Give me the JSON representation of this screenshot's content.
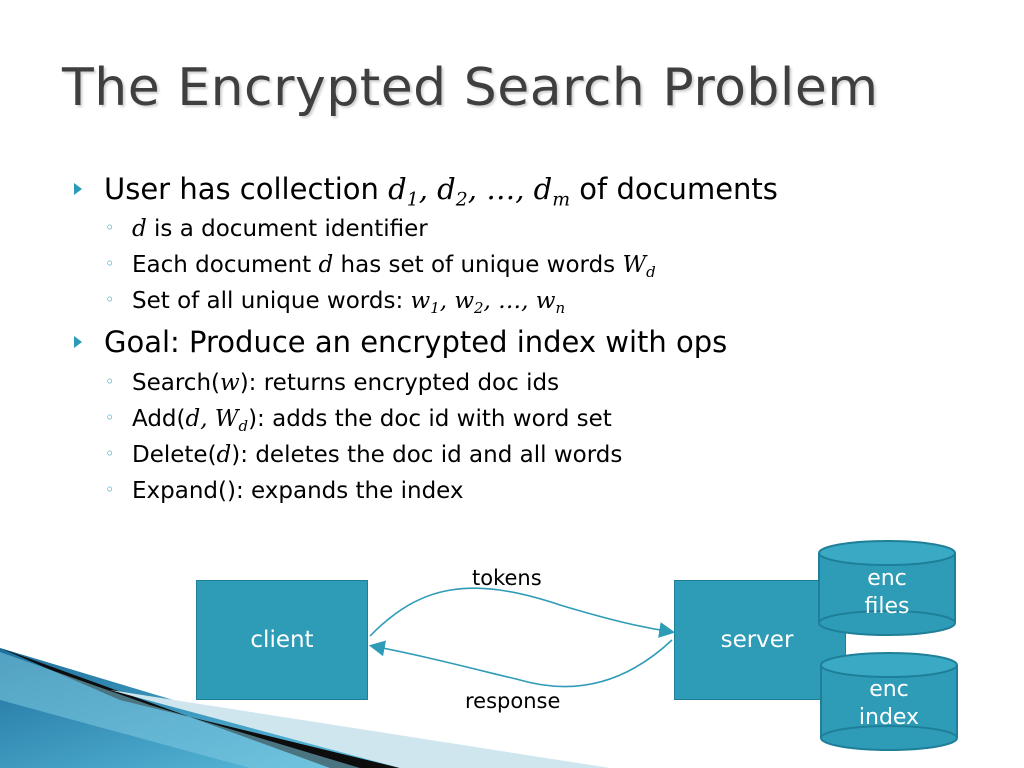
{
  "slide": {
    "title": "The Encrypted Search Problem",
    "accent_color": "#2e9cb7",
    "bullet_icon": "triangle-right-icon",
    "sub_bullet_icon": "circle-outline-icon"
  },
  "bullets": [
    {
      "text_before": "User has collection ",
      "math": [
        {
          "base": "d",
          "sub": "1"
        },
        {
          "base": "d",
          "sub": "2"
        },
        {
          "base": "…",
          "sub": ""
        },
        {
          "base": "d",
          "sub": "m"
        }
      ],
      "text_after": " of documents",
      "sub": [
        {
          "math": "d",
          "text": " is a document identifier"
        },
        {
          "text_before": "Each document ",
          "math": "d",
          "text_mid": " has set of unique words ",
          "math2_base": "W",
          "math2_sub": "d"
        },
        {
          "text_before": "Set of all unique words: ",
          "w1": "1",
          "w2": "2",
          "wn": "n"
        }
      ]
    },
    {
      "text": "Goal: Produce an encrypted index with ops",
      "sub": [
        {
          "fn": "Search(",
          "arg": "w",
          "close": "): returns encrypted doc ids"
        },
        {
          "fn": "Add(",
          "arg1": "d",
          "argW": "W",
          "argWsub": "d",
          "close": "): adds the doc id with word set"
        },
        {
          "fn": "Delete(",
          "arg": "d",
          "close": "): deletes the doc id and all words"
        },
        {
          "text": "Expand(): expands the index"
        }
      ]
    }
  ],
  "diagram": {
    "client_label": "client",
    "server_label": "server",
    "enc_files_line1": "enc",
    "enc_files_line2": "files",
    "enc_index_line1": "enc",
    "enc_index_line2": "index",
    "tokens_label": "tokens",
    "response_label": "response"
  }
}
